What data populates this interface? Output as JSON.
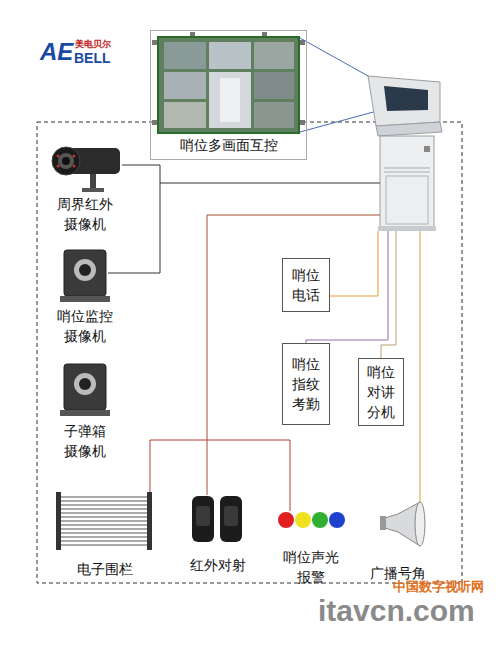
{
  "diagram": {
    "nodes": [
      {
        "text": [
          "哨位多画面互控"
        ]
      },
      {
        "text": [
          "周界红外 摄像机"
        ]
      },
      {
        "text": [
          "哨位监控 摄像机"
        ]
      },
      {
        "text": [
          "子弹箱 摄像机"
        ]
      },
      {
        "text": [
          "哨位 电话"
        ]
      },
      {
        "text": [
          "哨位 指纹 考勤"
        ]
      },
      {
        "text": [
          "哨位 对讲 分机"
        ]
      },
      {
        "text": [
          "电子围栏"
        ]
      },
      {
        "text": [
          "红外对射"
        ]
      },
      {
        "text": [
          "哨位声光 报警"
        ]
      },
      {
        "text": [
          "广播号角"
        ]
      }
    ],
    "labels": [
      "AE",
      "美电贝尔",
      "BELL",
      "中国数字视听网",
      "itavcn.com"
    ]
  }
}
